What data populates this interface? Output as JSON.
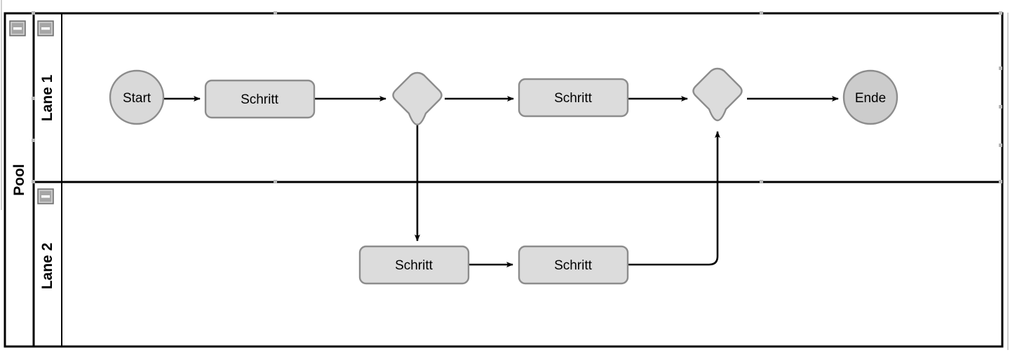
{
  "diagram": {
    "type": "bpmn-pool-lanes",
    "pool": {
      "label": "Pool",
      "collapse_icon": "minus-icon"
    },
    "lanes": [
      {
        "label": "Lane 1",
        "collapse_icon": "minus-icon"
      },
      {
        "label": "Lane 2",
        "collapse_icon": "minus-icon"
      }
    ],
    "nodes": [
      {
        "id": "start",
        "label": "Start",
        "shape": "circle",
        "lane": "Lane 1"
      },
      {
        "id": "task1",
        "label": "Schritt",
        "shape": "task",
        "lane": "Lane 1"
      },
      {
        "id": "gw1",
        "label": "",
        "shape": "gateway",
        "lane": "Lane 1"
      },
      {
        "id": "task2",
        "label": "Schritt",
        "shape": "task",
        "lane": "Lane 1"
      },
      {
        "id": "gw2",
        "label": "",
        "shape": "gateway",
        "lane": "Lane 1"
      },
      {
        "id": "end",
        "label": "Ende",
        "shape": "circle",
        "lane": "Lane 1"
      },
      {
        "id": "task3",
        "label": "Schritt",
        "shape": "task",
        "lane": "Lane 2"
      },
      {
        "id": "task4",
        "label": "Schritt",
        "shape": "task",
        "lane": "Lane 2"
      }
    ],
    "edges": [
      {
        "from": "start",
        "to": "task1"
      },
      {
        "from": "task1",
        "to": "gw1"
      },
      {
        "from": "gw1",
        "to": "task2"
      },
      {
        "from": "task2",
        "to": "gw2"
      },
      {
        "from": "gw2",
        "to": "end"
      },
      {
        "from": "gw1",
        "to": "task3"
      },
      {
        "from": "task3",
        "to": "task4"
      },
      {
        "from": "task4",
        "to": "gw2"
      }
    ],
    "colors": {
      "stroke": "#000000",
      "shape_stroke": "#888888",
      "task_fill": "#dcdcdc",
      "start_fill": "#d9d9d9",
      "end_fill": "#cccccc",
      "gateway_fill": "#dcdcdc",
      "icon_fill": "#a6a6a6",
      "icon_stroke": "#808080",
      "canvas": "#ffffff"
    }
  }
}
